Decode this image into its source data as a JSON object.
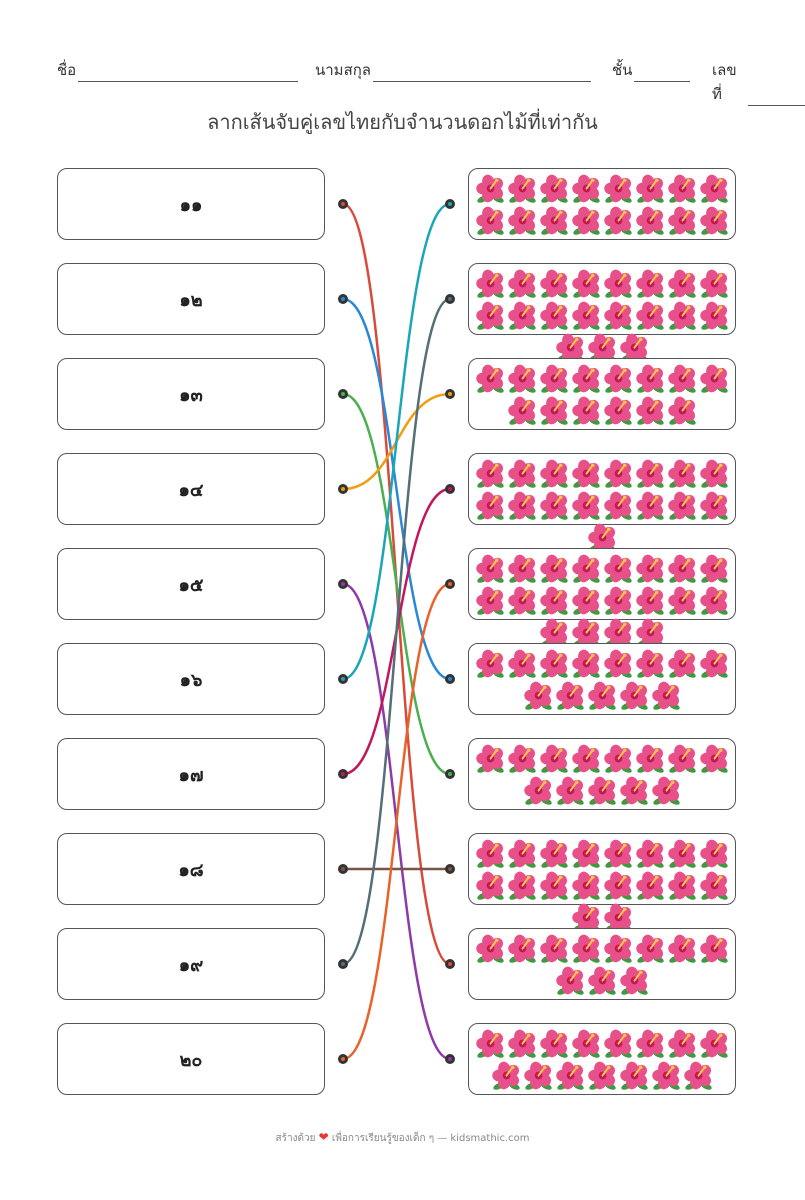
{
  "header": {
    "name_label": "ชื่อ",
    "surname_label": "นามสกุล",
    "class_label": "ชั้น",
    "number_label": "เลขที่"
  },
  "title": "ลากเส้นจับคู่เลขไทยกับจำนวนดอกไม้ที่เท่ากัน",
  "left_items": [
    {
      "label": "๑๑"
    },
    {
      "label": "๑๒"
    },
    {
      "label": "๑๓"
    },
    {
      "label": "๑๔"
    },
    {
      "label": "๑๕"
    },
    {
      "label": "๑๖"
    },
    {
      "label": "๑๗"
    },
    {
      "label": "๑๘"
    },
    {
      "label": "๑๙"
    },
    {
      "label": "๒๐"
    }
  ],
  "right_items": [
    {
      "flower_count": 16
    },
    {
      "flower_count": 19
    },
    {
      "flower_count": 14
    },
    {
      "flower_count": 17
    },
    {
      "flower_count": 20
    },
    {
      "flower_count": 13
    },
    {
      "flower_count": 13
    },
    {
      "flower_count": 18
    },
    {
      "flower_count": 11
    },
    {
      "flower_count": 15
    }
  ],
  "connections": [
    {
      "from": 0,
      "to": 8,
      "color": "#d84a3a"
    },
    {
      "from": 1,
      "to": 5,
      "color": "#2a88d8"
    },
    {
      "from": 2,
      "to": 6,
      "color": "#4caf50"
    },
    {
      "from": 3,
      "to": 2,
      "color": "#f39c12"
    },
    {
      "from": 4,
      "to": 9,
      "color": "#8e3aa8"
    },
    {
      "from": 5,
      "to": 0,
      "color": "#1aa6b8"
    },
    {
      "from": 6,
      "to": 3,
      "color": "#c2185b"
    },
    {
      "from": 7,
      "to": 7,
      "color": "#795548"
    },
    {
      "from": 8,
      "to": 1,
      "color": "#546e7a"
    },
    {
      "from": 9,
      "to": 4,
      "color": "#e8622a"
    }
  ],
  "footer": {
    "prefix": "สร้างด้วย",
    "icon": "heart-icon",
    "suffix": "เพื่อการเรียนรู้ของเด็ก ๆ — kidsmathic.com"
  },
  "colors": {
    "flower_petal": "#e8508a",
    "flower_center": "#f6c945",
    "leaf": "#3f9a3f",
    "dot": "#333333"
  }
}
